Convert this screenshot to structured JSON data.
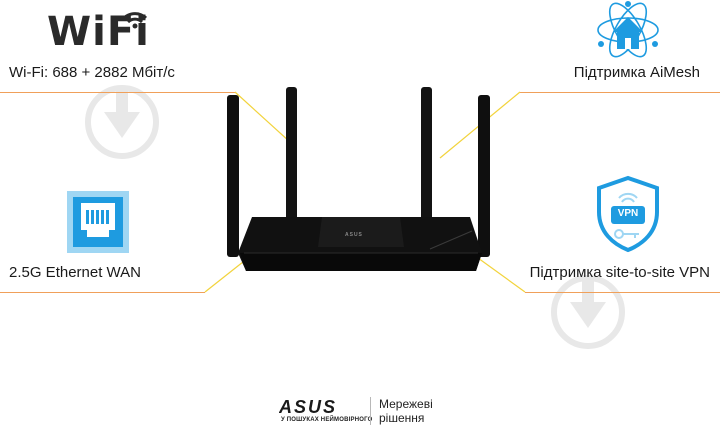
{
  "wifi_logo": {
    "text": "WiFi",
    "icon": "wifi-signal-icon"
  },
  "features": {
    "wifi_speed": "Wi-Fi: 688 + 2882 Мбіт/с",
    "aimesh": "Підтримка AiMesh",
    "ethernet": "2.5G Ethernet WAN",
    "vpn": "Підтримка site-to-site VPN"
  },
  "icons": {
    "aimesh": "aimesh-house-icon",
    "ethernet": "ethernet-port-icon",
    "vpn": "vpn-shield-icon",
    "router": "router-image"
  },
  "router": {
    "badge": "ASUS"
  },
  "brand": {
    "logo": "ASUS",
    "tagline": "У ПОШУКАХ НЕЙМОВІРНОГО",
    "line1": "Мережеві",
    "line2": "рішення"
  },
  "vpn_badge": "VPN",
  "colors": {
    "accent_line": "#f0a05a",
    "yellow_line": "#f2d33c",
    "icon_blue": "#1e9be0",
    "icon_light": "#9fd6f3",
    "router_body": "#111111"
  }
}
